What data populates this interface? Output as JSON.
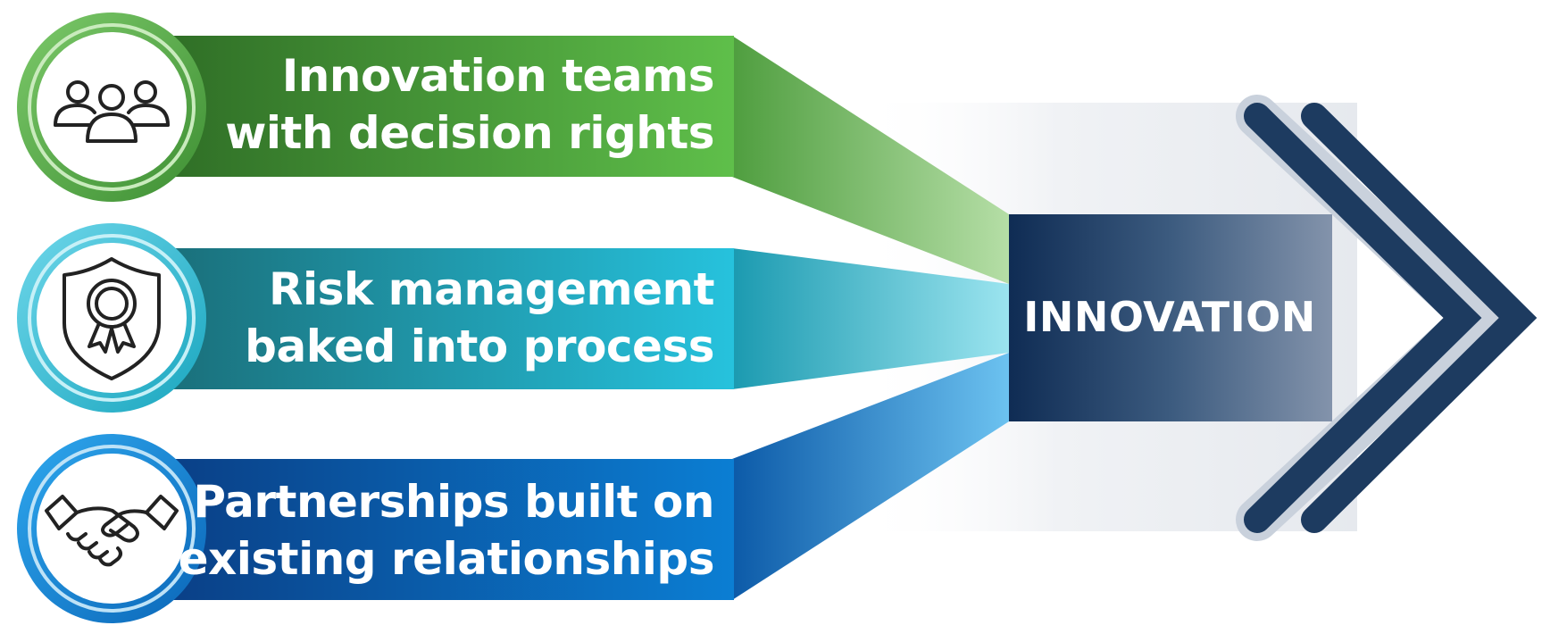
{
  "rows": [
    {
      "lines": [
        "Innovation teams",
        "with decision rights"
      ],
      "icon": "people-group-icon",
      "color": "#4fa83d"
    },
    {
      "lines": [
        "Risk management",
        "baked into process"
      ],
      "icon": "shield-badge-icon",
      "color": "#1fb8cf"
    },
    {
      "lines": [
        "Partnerships built on",
        "existing relationships"
      ],
      "icon": "handshake-icon",
      "color": "#0a74c9"
    }
  ],
  "center": {
    "label": "INNOVATION",
    "color": "#1c3a5e"
  }
}
